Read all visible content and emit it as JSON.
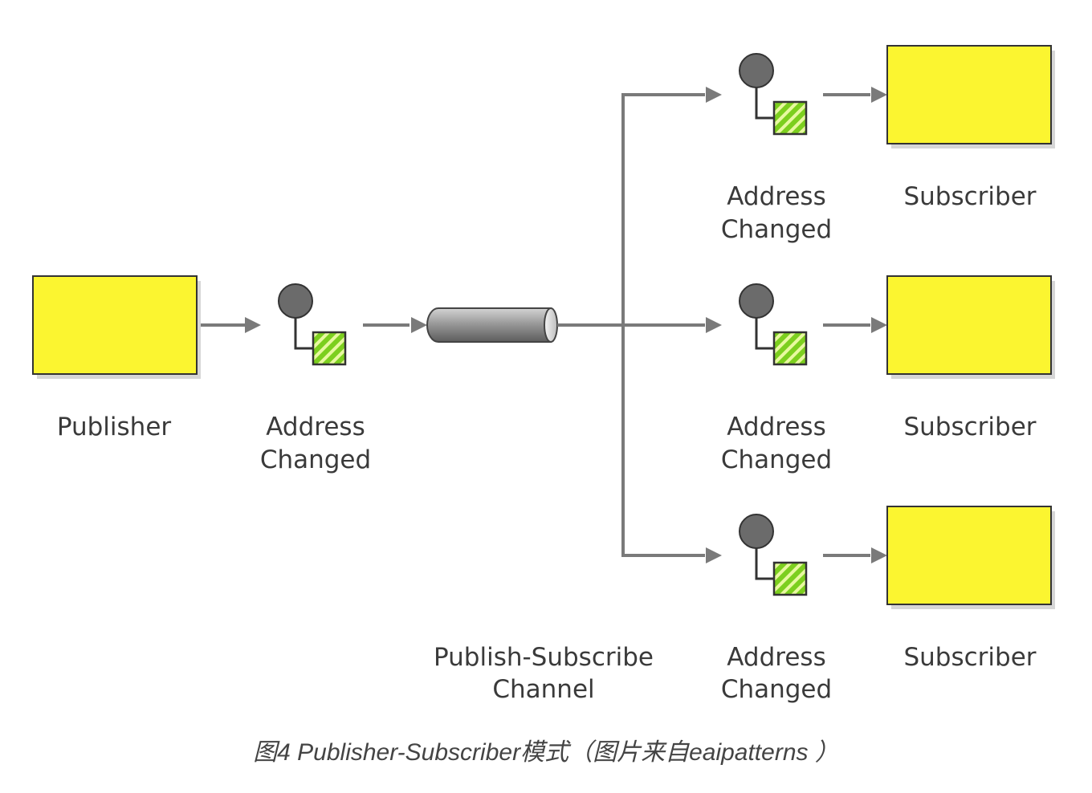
{
  "colors": {
    "box_fill": "#fbf530",
    "box_border": "#333333",
    "arrow": "#7a7a7a",
    "message_circle": "#6b6b6b",
    "message_square": "#7ccf1e",
    "channel": "#9a9a9a"
  },
  "diagram": {
    "publisher": {
      "label": "Publisher"
    },
    "publisher_message": {
      "line1": "Address",
      "line2": "Changed"
    },
    "channel": {
      "line1": "Publish-Subscribe",
      "line2": "Channel"
    },
    "subscribers": [
      {
        "label": "Subscriber",
        "message_line1": "Address",
        "message_line2": "Changed"
      },
      {
        "label": "Subscriber",
        "message_line1": "Address",
        "message_line2": "Changed"
      },
      {
        "label": "Subscriber",
        "message_line1": "Address",
        "message_line2": "Changed"
      }
    ]
  },
  "caption": "图4 Publisher-Subscriber模式（图片来自eaipatterns ）"
}
